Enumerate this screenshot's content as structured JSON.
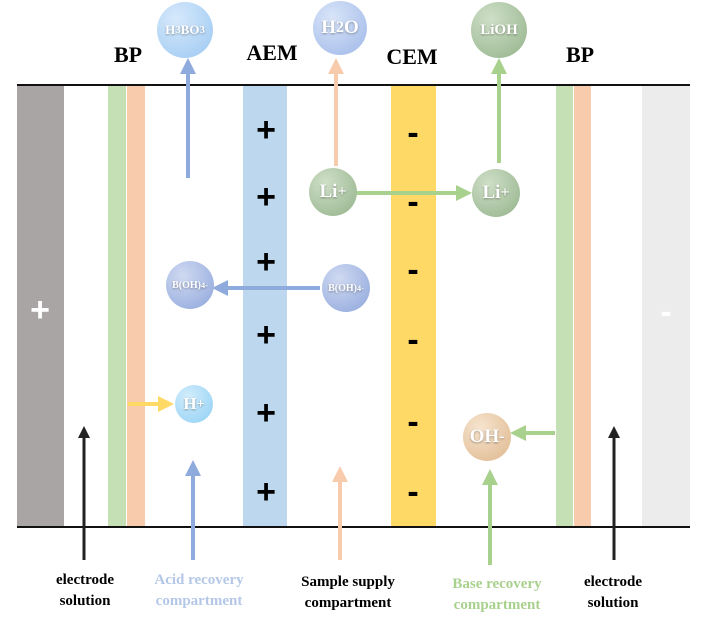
{
  "membranes": {
    "bp_left": "BP",
    "aem": "AEM",
    "cem": "CEM",
    "bp_right": "BP"
  },
  "electrodes": {
    "anode_sign": "+",
    "cathode_sign": "-"
  },
  "aem_charges": [
    "+",
    "+",
    "+",
    "+",
    "+",
    "+"
  ],
  "cem_charges": [
    "-",
    "-",
    "-",
    "-",
    "-",
    "-"
  ],
  "ions": {
    "h3bo3": "H3BO3",
    "h2o": "H2O",
    "lioh": "LiOH",
    "li_sample": "Li+",
    "li_base": "Li+",
    "boh4_acid": "B(OH)4-",
    "boh4_sample": "B(OH)4-",
    "h_plus": "H+",
    "oh_minus": "OH-"
  },
  "captions": {
    "electrode_left": [
      "electrode",
      "solution"
    ],
    "acid": [
      "Acid recovery",
      "compartment"
    ],
    "sample": [
      "Sample supply",
      "compartment"
    ],
    "base": [
      "Base recovery",
      "compartment"
    ],
    "electrode_right": [
      "electrode",
      "solution"
    ]
  },
  "colors": {
    "anode": "#a9a5a5",
    "cathode": "#ececec",
    "bp_green": "#c5e0b4",
    "bp_orange": "#f8cbad",
    "aem": "#bdd7ee",
    "cem": "#ffd966",
    "acid_arrow": "#8faadc",
    "sample_arrow": "#f8cbad",
    "base_arrow": "#a9d18e",
    "proton_arrow": "#ffd966",
    "acid_caption": "#b4c7e7",
    "base_caption": "#a9d18e"
  }
}
